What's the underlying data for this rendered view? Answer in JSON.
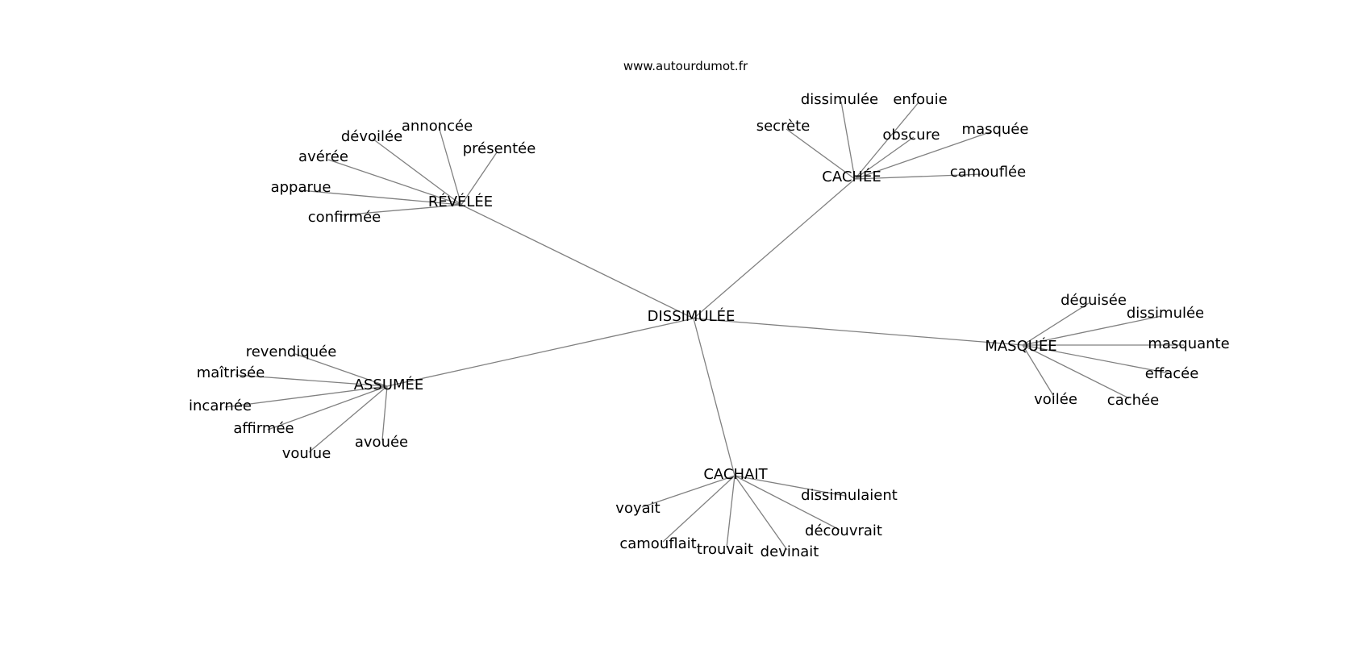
{
  "source": "www.autourdumot.fr",
  "colors": {
    "edge": "#808080",
    "text": "#000000",
    "background": "#ffffff"
  },
  "graph": {
    "center": "DISSIMULÉE",
    "groups": [
      {
        "hub": "RÉVÉLÉE",
        "words": [
          "annoncée",
          "dévoilée",
          "présentée",
          "avérée",
          "apparue",
          "confirmée"
        ]
      },
      {
        "hub": "CACHÉE",
        "words": [
          "dissimulée",
          "enfouie",
          "secrète",
          "obscure",
          "masquée",
          "camouflée"
        ]
      },
      {
        "hub": "MASQUÉE",
        "words": [
          "déguisée",
          "dissimulée",
          "masquante",
          "effacée",
          "voilée",
          "cachée"
        ]
      },
      {
        "hub": "ASSUMÉE",
        "words": [
          "revendiquée",
          "maîtrisée",
          "incarnée",
          "affirmée",
          "voulue",
          "avouée"
        ]
      },
      {
        "hub": "CACHAIT",
        "words": [
          "dissimulaient",
          "voyait",
          "découvrait",
          "camouflait",
          "trouvait",
          "devinait"
        ]
      }
    ]
  }
}
